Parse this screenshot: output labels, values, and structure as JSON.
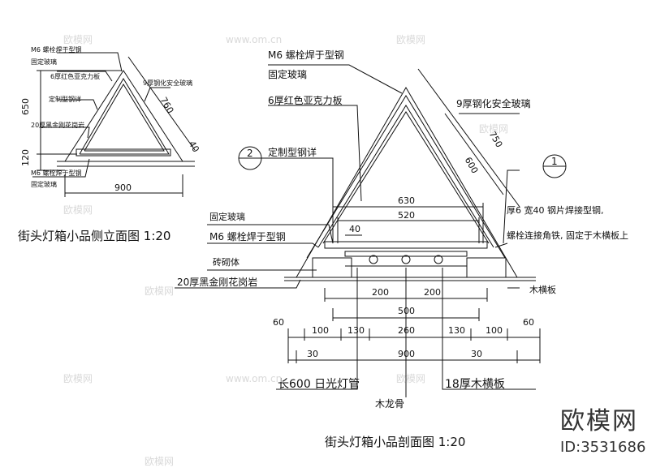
{
  "side_view": {
    "title": "街头灯箱小品侧立面图 1:20",
    "labels": {
      "m6_top": "M6 螺栓焊于型钢",
      "fixed_glass_top": "固定玻璃",
      "acrylic": "6厚红色亚克力板",
      "steel_detail": "定制型钢详",
      "granite": "20厚黑金刚花岗岩",
      "safety_glass": "9厚钢化安全玻璃",
      "m6_bottom": "M6 螺栓焊于型钢",
      "fixed_glass_bottom": "固定玻璃"
    },
    "dims": {
      "h650": "650",
      "h120": "120",
      "w900": "900",
      "s760": "760",
      "s40": "40"
    }
  },
  "section_view": {
    "title": "街头灯箱小品剖面图 1:20",
    "labels": {
      "m6_top": "M6 螺栓焊于型钢",
      "fixed_glass_top": "固定玻璃",
      "acrylic": "6厚红色亚克力板",
      "safety_glass": "9厚钢化安全玻璃",
      "steel_detail": "定制型钢详",
      "fixed_glass": "固定玻璃",
      "m6_mid": "M6 螺栓焊于型钢",
      "masonry": "砖砌体",
      "granite": "20厚黑金刚花岗岩",
      "plate_weld": "厚6 宽40 钢片焊接型钢,",
      "bolt_angle": "螺栓连接角铁, 固定于木横板上",
      "wood_board": "木横板",
      "lamp": "长600 日光灯管",
      "wood_plank": "18厚木横板",
      "keel": "木龙骨"
    },
    "callouts": {
      "c2": "2",
      "c1": "1"
    },
    "dims": {
      "d630": "630",
      "d520": "520",
      "d40": "40",
      "d750": "750",
      "d600": "600",
      "row1": [
        "200",
        "200"
      ],
      "row2": "500",
      "row3": [
        "60",
        "100",
        "130",
        "260",
        "130",
        "100",
        "60"
      ],
      "row4": [
        "30",
        "900",
        "30"
      ]
    }
  },
  "brand": {
    "name": "欧模网",
    "id": "ID:3531686"
  },
  "watermarks": [
    "欧模网",
    "www.om.cn"
  ]
}
